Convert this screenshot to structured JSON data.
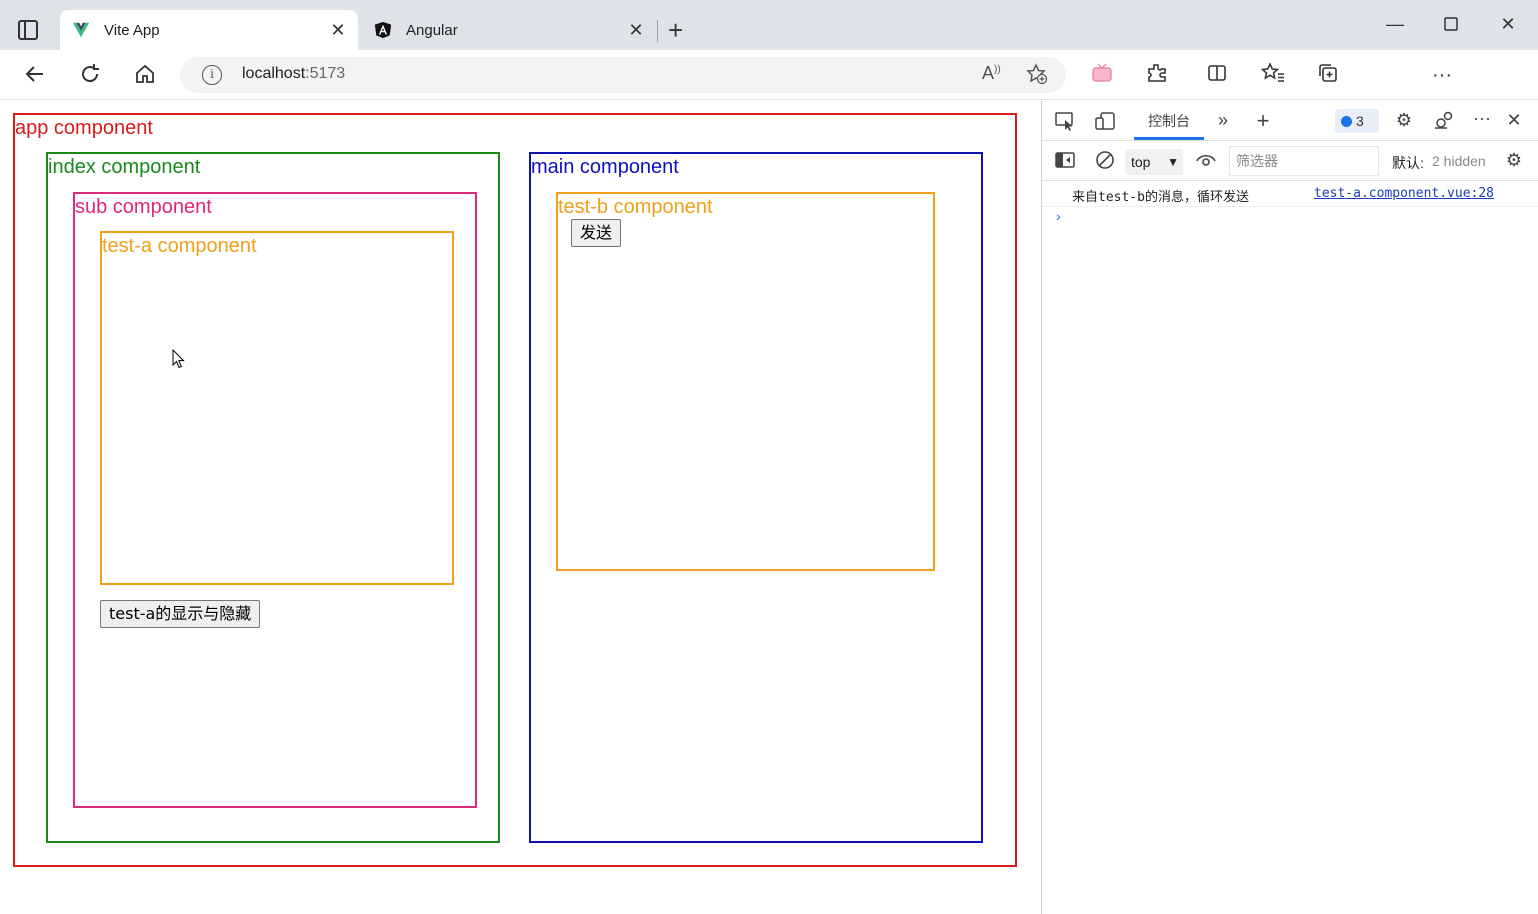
{
  "browser": {
    "tabs": [
      {
        "title": "Vite App",
        "active": true,
        "icon": "vite-logo-icon"
      },
      {
        "title": "Angular",
        "active": false,
        "icon": "angular-logo-icon"
      }
    ],
    "address": {
      "host": "localhost",
      "port": ":5173"
    },
    "accent": "#1e8ee6"
  },
  "page": {
    "app_label": "app component",
    "index_label": "index component",
    "sub_label": "sub component",
    "test_a_label": "test-a component",
    "toggle_button": "test-a的显示与隐藏",
    "main_label": "main component",
    "test_b_label": "test-b component",
    "send_button": "发送",
    "colors": {
      "app": "#d81b1b",
      "index": "#1a8a1a",
      "main": "#1010b8",
      "sub": "#e0287a",
      "test": "#f0a01a"
    }
  },
  "devtools": {
    "console_tab": "控制台",
    "message_count": "3",
    "context": "top",
    "filter_placeholder": "筛选器",
    "level_label": "默认:",
    "hidden_count": "2 hidden",
    "log": {
      "message": "来自test-b的消息，循环发送",
      "source": "test-a.component.vue:28"
    },
    "prompt": "›"
  }
}
